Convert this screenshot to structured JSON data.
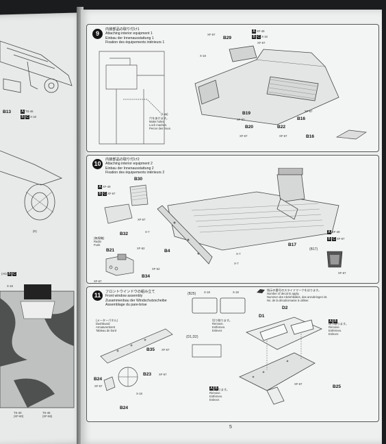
{
  "page_number": "5",
  "left_page": {
    "labels": {
      "b13": "B13",
      "b13_paint_a": "TS-46",
      "b13_paint_b": "X-18",
      "chip_a": "A",
      "chip_b": "B",
      "chip_c": "C",
      "r_label": "(R)",
      "a5_label": "(A5)",
      "x18": "X-18",
      "ts_bottom_1a": "TS-40",
      "ts_bottom_1b": "(XF-60)",
      "ts_bottom_2a": "TS-46",
      "ts_bottom_2b": "(XF-66)"
    }
  },
  "step9": {
    "number": "9",
    "title_jp": "内装部品の取り付け1",
    "title_en": "Attaching interior equipment 1",
    "title_de": "Einbau der Innenausstattung 1",
    "title_fr": "Fixation des équipements intérieurs 1",
    "hole_note": [
      "穴をあけます。",
      "Make holes.",
      "Loch machen.",
      "Percer des trous."
    ],
    "hole_size": "(1 ㎜)",
    "parts": {
      "b29": "B29",
      "b19": "B19",
      "b20": "B20",
      "b22": "B22",
      "b16a": "B16",
      "b16b": "B16"
    },
    "paints": {
      "xf67_1": "XF-67",
      "xf49": "XF-49",
      "x18": "X-18",
      "xf67_2": "XF-67",
      "x18b": "X-18",
      "xf67_3": "XF-67",
      "xf67_4": "XF-67",
      "xf67_5": "XF-67",
      "xf67_6": "XF-67"
    }
  },
  "step10": {
    "number": "10",
    "title_jp": "内装部品の取り付け2",
    "title_en": "Attaching interior equipment 2",
    "title_de": "Einbau der Innenausstattung 2",
    "title_fr": "Fixation des équipements intérieurs 2",
    "parts": {
      "b30": "B30",
      "b32": "B32",
      "b21": "B21",
      "b4": "B4",
      "b34": "B34",
      "b17": "B17",
      "b17p": "(B17)"
    },
    "radio_label": [
      "(無線機)",
      "Radio",
      "Funk"
    ],
    "paints": {
      "xf49": "XF-49",
      "xf67": "XF-67",
      "xf67b": "XF-67",
      "x7": "X-7",
      "xf62": "XF-62",
      "xf67c": "XF-67",
      "xf62b": "XF-62",
      "x7b": "X-7",
      "x7c": "X-7",
      "xf49b": "XF-49",
      "xf67d": "XF-67",
      "xf67e": "XF-67"
    }
  },
  "step11": {
    "number": "11",
    "title_jp": "フロントウインドウの組み立て",
    "title_en": "Front window assembly",
    "title_de": "Zusammenbau der Windschutzscheibe",
    "title_fr": "Assemblage du pare-brise",
    "decal_note": [
      "指示の番号のスライドマークをはります。",
      "Number of decal to apply.",
      "Nummer des Abziehbildes, das anzubringen ist.",
      "No. de la décalcomanie à utiliser."
    ],
    "dashboard_label": [
      "(メーターパネル)",
      "Dashboard",
      "Armaturenbrett",
      "Tableau de bord"
    ],
    "remove_note": [
      "切り取ります。",
      "Remove.",
      "Entfernen.",
      "Enlever."
    ],
    "parts": {
      "b25p": "(B25)",
      "d1d2p": "(D1,D2)",
      "d1": "D1",
      "d2": "D2",
      "b35": "B35",
      "b23": "B23",
      "b24a": "B24",
      "b24b": "B24",
      "b25": "B25"
    },
    "paints": {
      "x18a": "X-18",
      "x18b": "X-18",
      "xf67a": "XF-67",
      "xf67b": "XF-67",
      "xf67c": "XF-67",
      "xf67d": "XF-67",
      "x18c": "X-18"
    }
  }
}
